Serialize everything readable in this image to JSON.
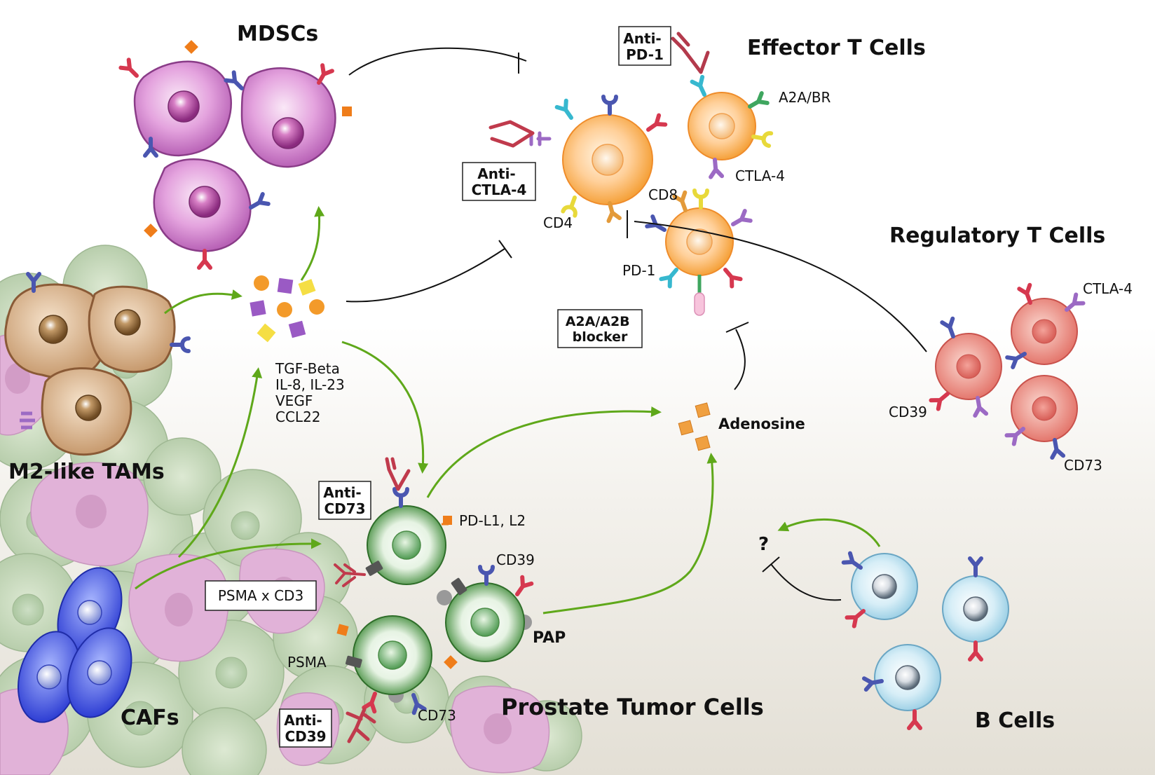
{
  "titles": {
    "mdscs": "MDSCs",
    "effector_t": "Effector T Cells",
    "regulatory_t": "Regulatory T Cells",
    "m2_tams": "M2-like TAMs",
    "cafs": "CAFs",
    "prostate_tumor": "Prostate Tumor Cells",
    "b_cells": "B Cells"
  },
  "drug_boxes": {
    "anti_pd1": [
      "Anti-",
      "PD-1"
    ],
    "anti_ctla4": [
      "Anti-",
      "CTLA-4"
    ],
    "a2a_blocker": [
      "A2A/A2B",
      "blocker"
    ],
    "anti_cd73": [
      "Anti-",
      "CD73"
    ],
    "psma_cd3": "PSMA x CD3",
    "anti_cd39": [
      "Anti-",
      "CD39"
    ]
  },
  "labels": {
    "a2a_br": "A2A/BR",
    "ctla4_effector": "CTLA-4",
    "cd8": "CD8",
    "cd4": "CD4",
    "pd1": "PD-1",
    "ctla4_treg": "CTLA-4",
    "cd39_treg": "CD39",
    "cd73_treg": "CD73",
    "cytokines": [
      "TGF-Beta",
      "IL-8, IL-23",
      "VEGF",
      "CCL22"
    ],
    "adenosine": "Adenosine",
    "pdl1": "PD-L1, L2",
    "cd39_tumor": "CD39",
    "pap": "PAP",
    "psma": "PSMA",
    "cd73_tumor": "CD73",
    "question": "?"
  },
  "colors": {
    "activation_arrow": "#5fa81a",
    "inhibition_line": "#111111",
    "receptor_red": "#d6384f",
    "receptor_blue": "#4a56b0",
    "receptor_purple": "#9c6ac4",
    "receptor_cyan": "#37b8cf",
    "receptor_green": "#3fa65f",
    "receptor_yellow": "#e8d93a",
    "receptor_orange": "#e39a3a",
    "ligand_orange": "#ef7d1a"
  }
}
